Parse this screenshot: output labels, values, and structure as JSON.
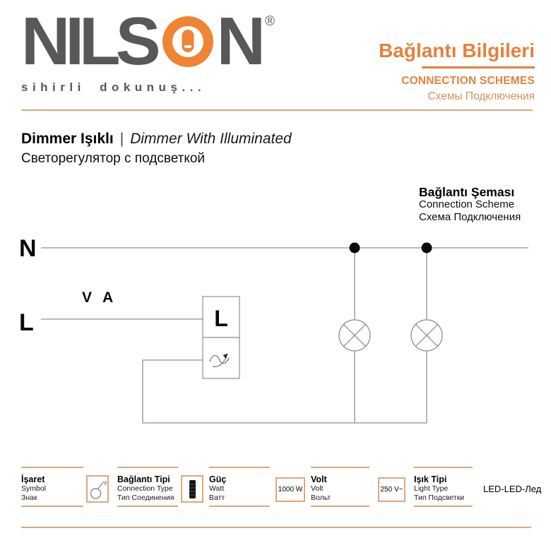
{
  "brand": {
    "logo_left": "NILS",
    "logo_right": "N",
    "registered": "®",
    "tagline": "sihirli dokunuş..."
  },
  "header": {
    "title_tr": "Bağlantı Bilgileri",
    "title_en": "CONNECTION SCHEMES",
    "title_ru": "Схемы Подключения"
  },
  "product": {
    "name_tr": "Dimmer Işıklı",
    "separator": "|",
    "name_en": "Dimmer With Illuminated",
    "name_ru": "Светорегулятор с подсветкой"
  },
  "scheme": {
    "title_tr": "Bağlantı Şeması",
    "title_en": "Connection Scheme",
    "title_ru": "Схема Подключения",
    "label_neutral": "N",
    "label_line": "L",
    "label_va": "V A",
    "device_terminal": "L"
  },
  "spec_footer": {
    "symbol": {
      "tr": "İşaret",
      "en": "Symbol",
      "ru": "Знак"
    },
    "connection": {
      "tr": "Bağlantı Tipi",
      "en": "Connection Type",
      "ru": "Тип Соединения"
    },
    "power": {
      "tr": "Güç",
      "en": "Watt",
      "ru": "Ватт"
    },
    "power_value": "1000 W",
    "volt": {
      "tr": "Volt",
      "en": "Volt",
      "ru": "Вольт"
    },
    "volt_value": "250 V~",
    "light": {
      "tr": "Işık Tipi",
      "en": "Light Type",
      "ru": "Тип Подсветки"
    },
    "light_value": "LED-LED-Лед"
  },
  "icons": {
    "logo_o": "switch-button-in-circle",
    "connection_type": "one-way-switch-symbol",
    "power": "watt-bar",
    "dimmer": "tilde-with-arrow",
    "lamp": "circle-with-cross"
  },
  "colors": {
    "orange": "#E5813B",
    "orange_soft": "#DE9055",
    "rule_tan": "#D7A87C",
    "logo_gray": "#57585A",
    "wire_gray": "#909090"
  }
}
